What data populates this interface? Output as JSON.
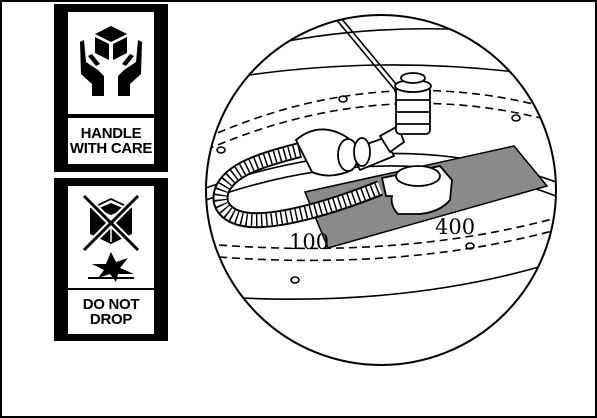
{
  "labels": {
    "handle_with_care": {
      "line1": "HANDLE",
      "line2": "WITH CARE",
      "icon": "hands-holding-box-icon"
    },
    "do_not_drop": {
      "line1": "DO NOT",
      "line2": "DROP",
      "icon": "broken-box-icon"
    }
  },
  "detail": {
    "dimension_left": "100",
    "dimension_right": "400",
    "icon": "drain-pipe-detail-illustration"
  },
  "colors": {
    "ink": "#000000",
    "plate": "#8a8a8a",
    "paper": "#ffffff"
  }
}
